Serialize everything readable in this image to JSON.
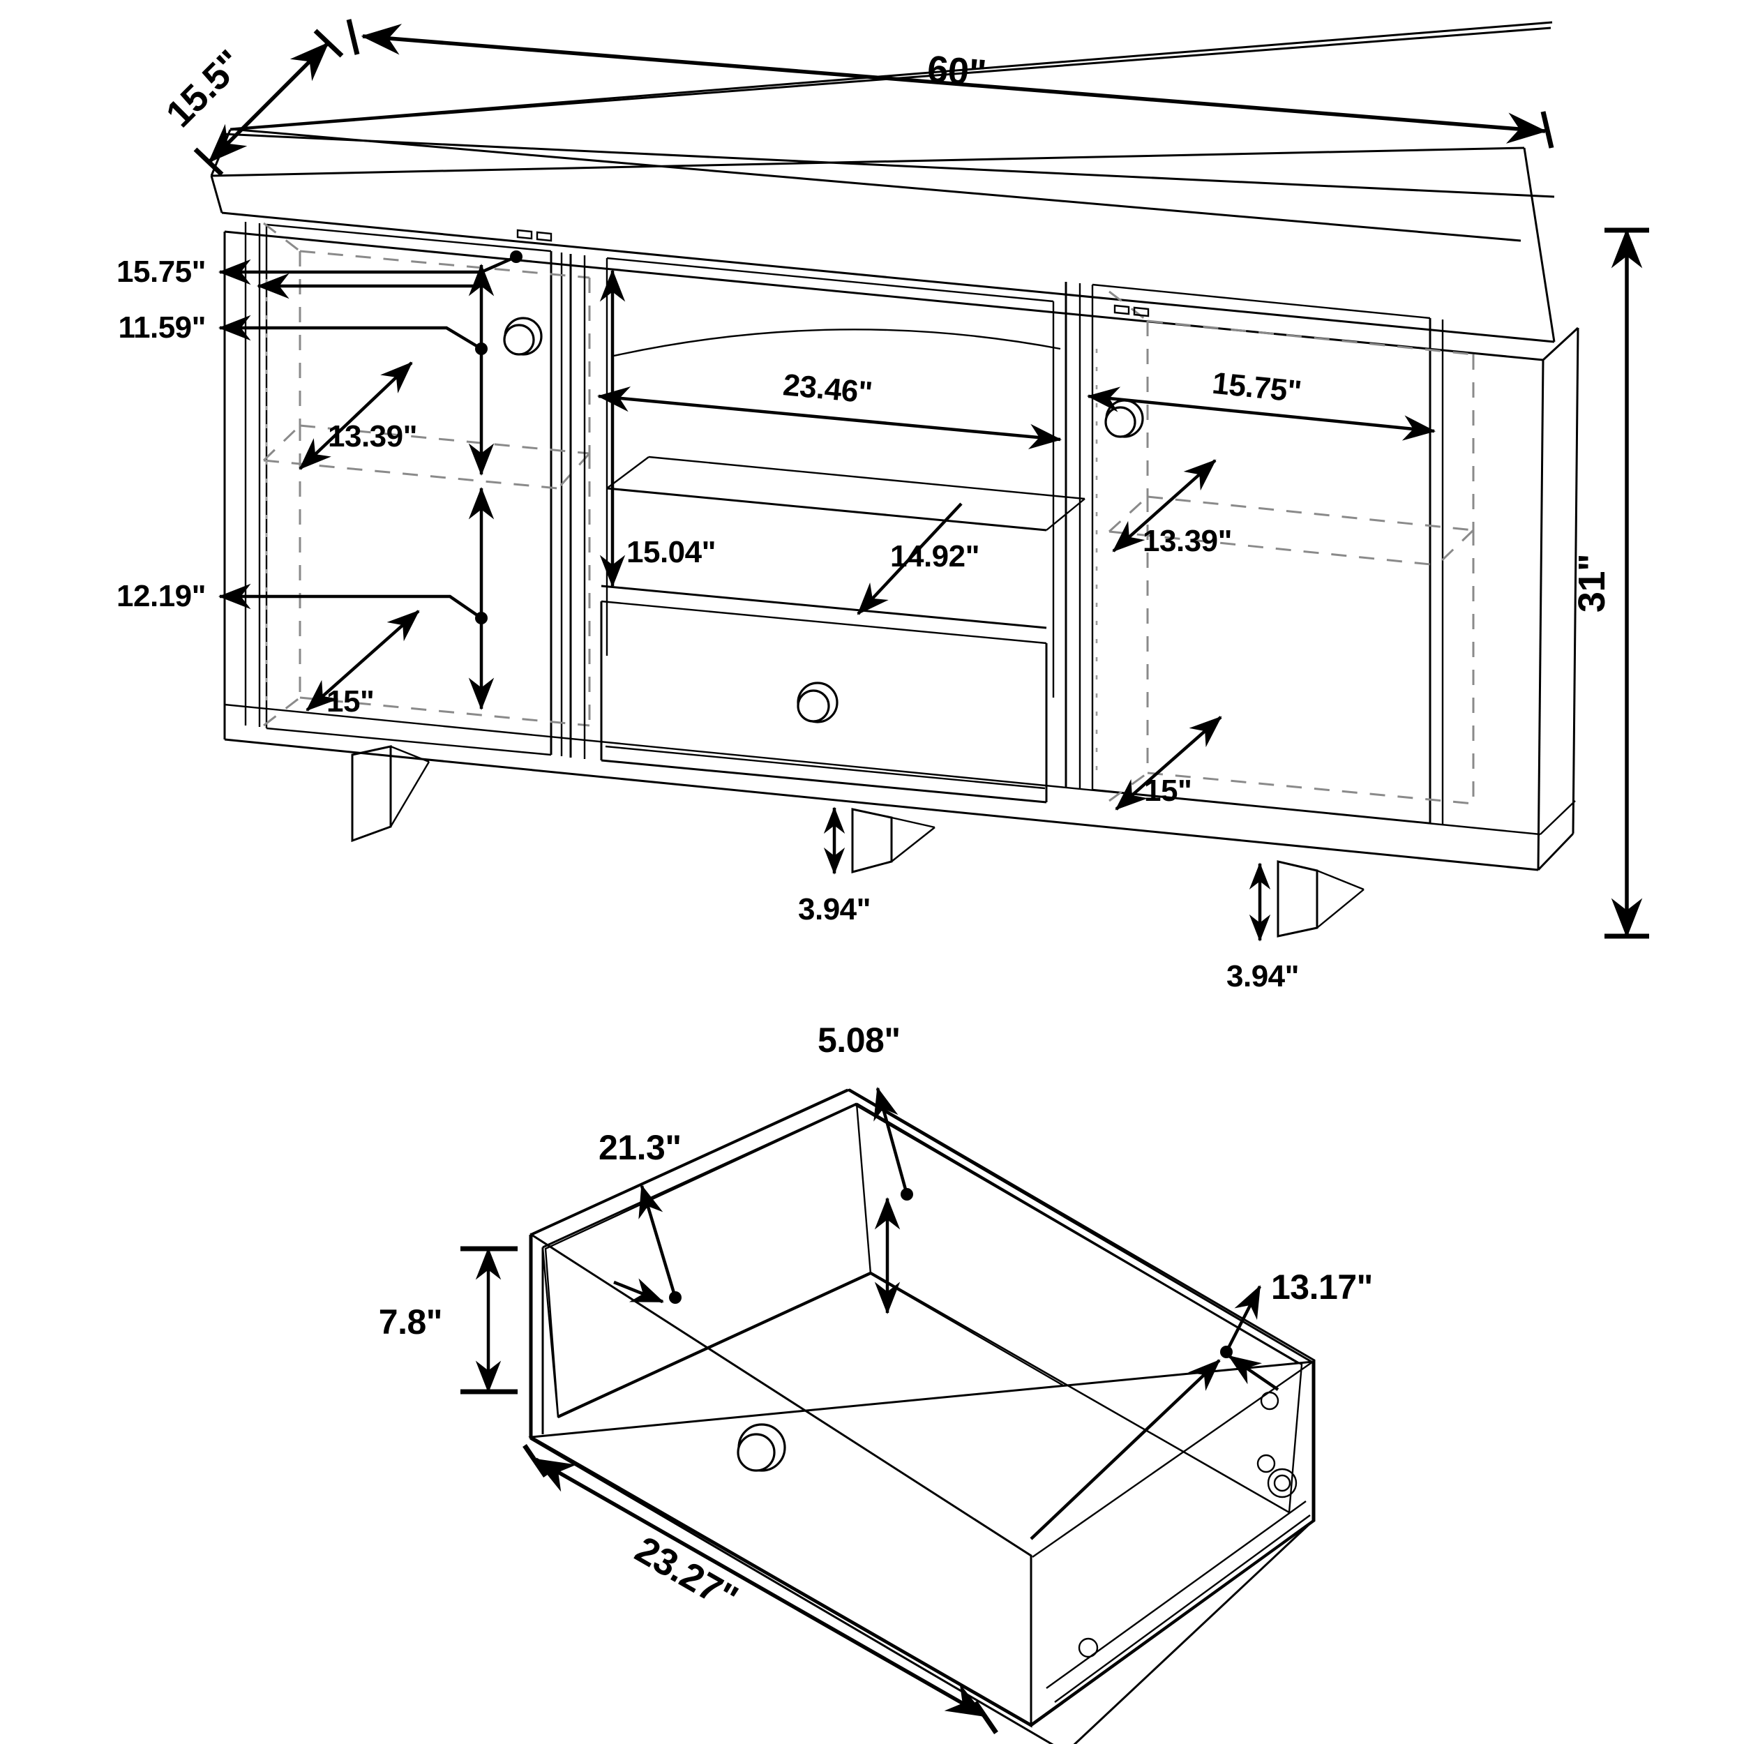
{
  "drawing": {
    "title": "TV Console Dimension Drawing",
    "unit_symbol": "\"",
    "line_color": "#000000",
    "hidden_line_color": "#8a8a8a",
    "background": "#ffffff"
  },
  "views": {
    "console": {
      "name": "TV Console Assembly",
      "dimensions": {
        "overall_width": "60\"",
        "overall_depth": "15.5\"",
        "overall_height": "31\"",
        "left_door_opening_width": "15.75\"",
        "left_shelf_to_top": "11.59\"",
        "left_cabinet_depth_upper": "13.39\"",
        "left_shelf_to_bottom": "12.19\"",
        "left_cabinet_depth_lower": "15\"",
        "center_opening_width": "23.46\"",
        "center_opening_height": "15.04\"",
        "center_shelf_depth": "14.92\"",
        "right_door_opening_width": "15.75\"",
        "right_cabinet_depth_upper": "13.39\"",
        "right_cabinet_depth_lower": "15\"",
        "leg_height_center": "3.94\"",
        "leg_height_right": "3.94\""
      }
    },
    "drawer": {
      "name": "Drawer Box Detail",
      "dimensions": {
        "interior_height": "5.08\"",
        "interior_width": "21.3\"",
        "front_height": "7.8\"",
        "interior_depth": "13.17\"",
        "front_width": "23.27\""
      }
    }
  },
  "labels": {
    "depth_155": "15.5\"",
    "width_60": "60\"",
    "left_open_1575": "15.75\"",
    "left_shelf_1159": "11.59\"",
    "left_depth_1339": "13.39\"",
    "left_shelf_1219": "12.19\"",
    "left_depth_15": "15\"",
    "center_width_2346": "23.46\"",
    "center_height_1504": "15.04\"",
    "center_shelf_1492": "14.92\"",
    "right_open_1575": "15.75\"",
    "right_depth_1339": "13.39\"",
    "right_depth_15": "15\"",
    "height_31": "31\"",
    "leg_center_394": "3.94\"",
    "leg_right_394": "3.94\"",
    "drawer_inner_h_508": "5.08\"",
    "drawer_inner_w_213": "21.3\"",
    "drawer_front_h_78": "7.8\"",
    "drawer_depth_1317": "13.17\"",
    "drawer_front_w_2327": "23.27\""
  }
}
